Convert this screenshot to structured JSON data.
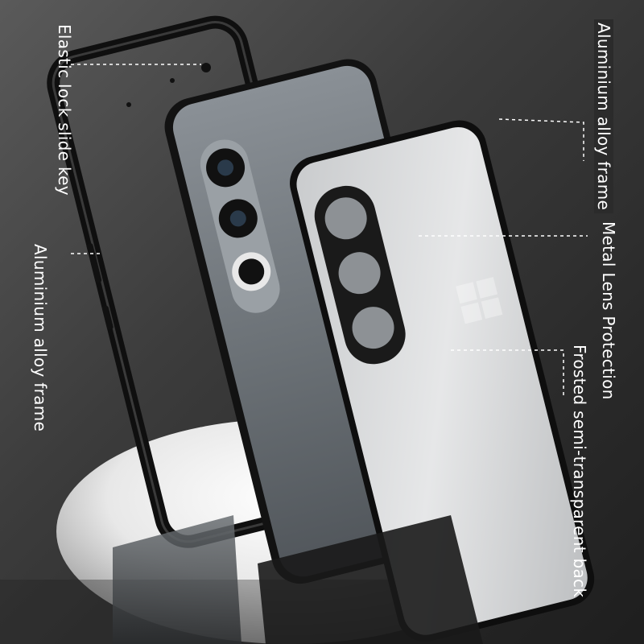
{
  "labels": {
    "lock_slide_key": "Elastic lock slide key",
    "frame_left": "Aluminium alloy frame",
    "frame_right": "Aluminium alloy frame",
    "lens_protection": "Metal Lens Protection",
    "frosted_back": "Frosted semi-transparent back"
  },
  "colors": {
    "background": "#3c3c3c",
    "frame_black": "#111111",
    "phone_grey": "#6f7478",
    "frosted_back": "#d8dadc",
    "label_text": "#ffffff"
  }
}
